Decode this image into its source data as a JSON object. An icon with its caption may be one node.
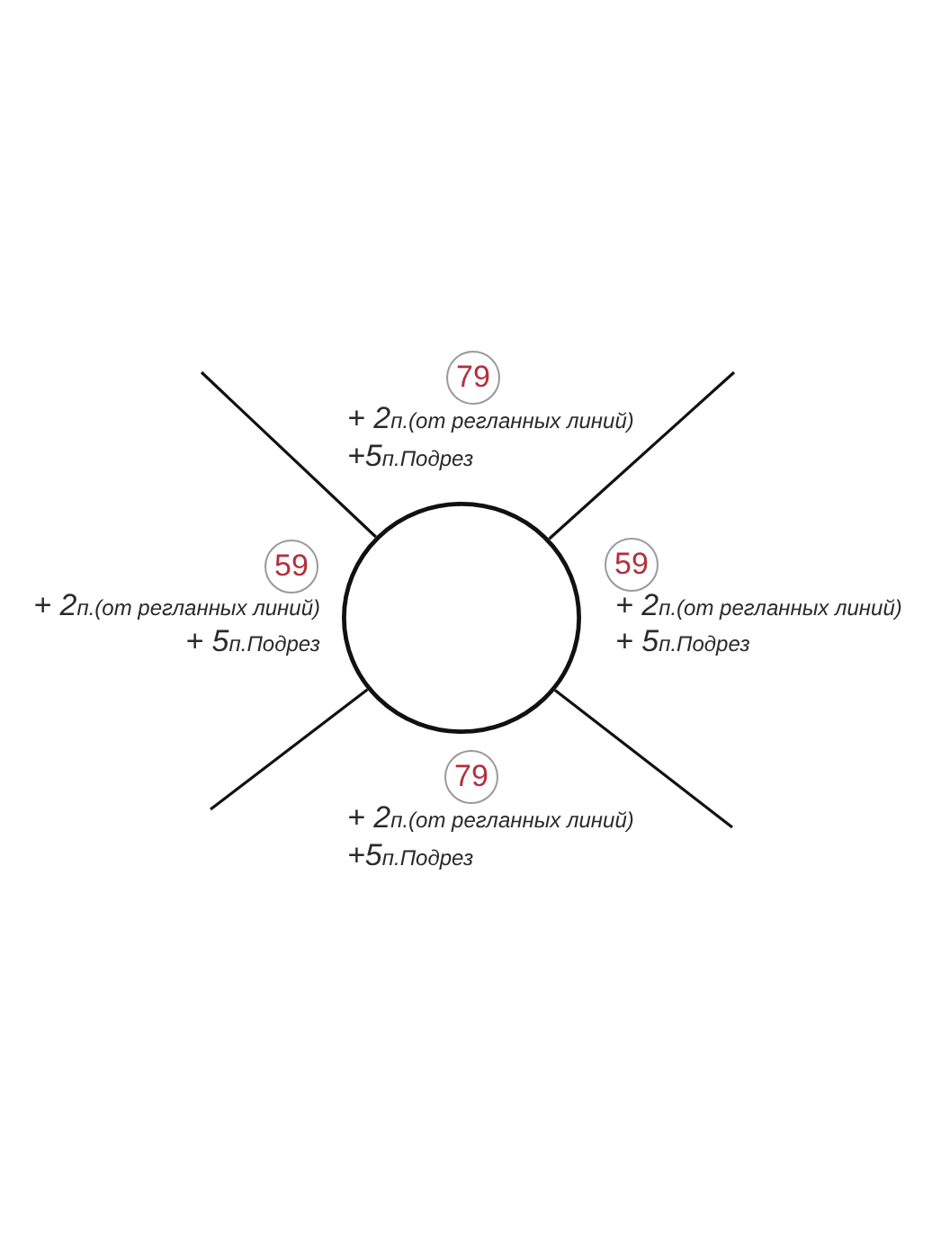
{
  "diagram": {
    "nodes": [
      {
        "text": [
          "79"
        ],
        "beside": [
          "+ 2п.(от регланных линий)",
          "+5п.Подрез"
        ]
      },
      {
        "text": [
          "59"
        ],
        "beside": [
          "+ 2п.(от регланных линий)",
          "+ 5п.Подрез"
        ]
      },
      {
        "text": [],
        "shape": "circle"
      },
      {
        "text": [
          "59"
        ],
        "beside": [
          "+ 2п.(от регланных линий)",
          "+ 5п.Подрез"
        ]
      },
      {
        "text": [
          "79"
        ],
        "beside": [
          "+ 2п.(от регланных линий)",
          "+5п.Подрез"
        ]
      }
    ],
    "edges": [
      {
        "from": 2,
        "to": null,
        "arrow": "none"
      },
      {
        "from": 2,
        "to": null,
        "arrow": "none"
      },
      {
        "from": 2,
        "to": null,
        "arrow": "none"
      },
      {
        "from": 2,
        "to": null,
        "arrow": "none"
      }
    ]
  }
}
